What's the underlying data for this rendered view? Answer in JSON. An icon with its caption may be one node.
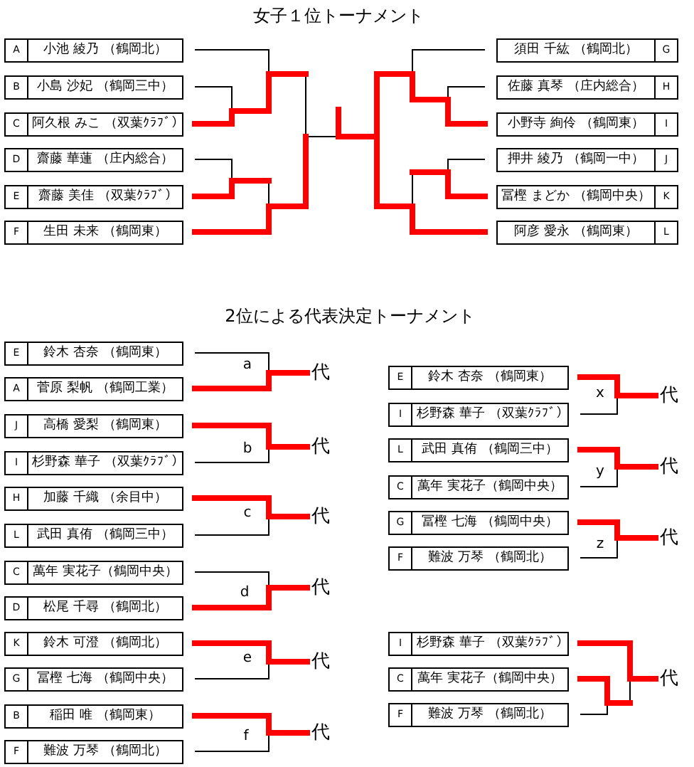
{
  "diagram": {
    "title": "女子１位トーナメント",
    "nodes": [
      {
        "text": [
          "A",
          "小池 綾乃 （鶴岡北）"
        ]
      },
      {
        "text": [
          "B",
          "小島 沙妃 （鶴岡三中）"
        ]
      },
      {
        "text": [
          "C",
          "阿久根 みこ （双葉ｸﾗﾌﾞ）"
        ]
      },
      {
        "text": [
          "D",
          "齋藤 華蓮 （庄内総合）"
        ]
      },
      {
        "text": [
          "E",
          "齋藤 美佳 （双葉ｸﾗﾌﾞ）"
        ]
      },
      {
        "text": [
          "F",
          "生田 未来 （鶴岡東）"
        ]
      },
      {
        "text": [
          "須田 千紘 （鶴岡北）",
          "G"
        ]
      },
      {
        "text": [
          "佐藤 真琴 （庄内総合）",
          "H"
        ]
      },
      {
        "text": [
          "小野寺 絢伶 （鶴岡東）",
          "I"
        ]
      },
      {
        "text": [
          "押井 綾乃 （鶴岡一中）",
          "J"
        ]
      },
      {
        "text": [
          "冨樫 まどか （鶴岡中央）",
          "K"
        ]
      },
      {
        "text": [
          "阿彦 愛永 （鶴岡東）",
          "L"
        ]
      },
      {
        "text": [
          "E",
          "鈴木 杏奈 （鶴岡東）"
        ]
      },
      {
        "text": [
          "A",
          "菅原 梨帆 （鶴岡工業）"
        ]
      },
      {
        "text": [
          "代"
        ]
      },
      {
        "text": [
          "J",
          "高橋 愛梨 （鶴岡東）"
        ]
      },
      {
        "text": [
          "I",
          "杉野森 華子 （双葉ｸﾗﾌﾞ）"
        ]
      },
      {
        "text": [
          "代"
        ]
      },
      {
        "text": [
          "H",
          "加藤 千織 （余目中）"
        ]
      },
      {
        "text": [
          "L",
          "武田 真侑 （鶴岡三中）"
        ]
      },
      {
        "text": [
          "代"
        ]
      },
      {
        "text": [
          "C",
          "萬年 実花子（鶴岡中央）"
        ]
      },
      {
        "text": [
          "D",
          "松尾 千尋 （鶴岡北）"
        ]
      },
      {
        "text": [
          "代"
        ]
      },
      {
        "text": [
          "K",
          "鈴木 可澄 （鶴岡北）"
        ]
      },
      {
        "text": [
          "G",
          "冨樫 七海 （鶴岡中央）"
        ]
      },
      {
        "text": [
          "代"
        ]
      },
      {
        "text": [
          "B",
          "稲田 唯 （鶴岡東）"
        ]
      },
      {
        "text": [
          "F",
          "難波 万琴 （鶴岡北）"
        ]
      },
      {
        "text": [
          "代"
        ]
      },
      {
        "text": [
          "E",
          "鈴木 杏奈 （鶴岡東）"
        ]
      },
      {
        "text": [
          "I",
          "杉野森 華子 （双葉ｸﾗﾌﾞ）"
        ]
      },
      {
        "text": [
          "代"
        ]
      },
      {
        "text": [
          "L",
          "武田 真侑 （鶴岡三中）"
        ]
      },
      {
        "text": [
          "C",
          "萬年 実花子（鶴岡中央）"
        ]
      },
      {
        "text": [
          "代"
        ]
      },
      {
        "text": [
          "G",
          "冨樫 七海 （鶴岡中央）"
        ]
      },
      {
        "text": [
          "F",
          "難波 万琴 （鶴岡北）"
        ]
      },
      {
        "text": [
          "代"
        ]
      },
      {
        "text": [
          "I",
          "杉野森 華子 （双葉ｸﾗﾌﾞ）"
        ]
      },
      {
        "text": [
          "C",
          "萬年 実花子（鶴岡中央）"
        ]
      },
      {
        "text": [
          "F",
          "難波 万琴 （鶴岡北）"
        ]
      },
      {
        "text": [
          "代"
        ]
      }
    ],
    "edges": [
      {
        "from": 0,
        "to": null,
        "arrow": "none",
        "color": "#000000"
      },
      {
        "from": 1,
        "to": null,
        "arrow": "none",
        "color": "#000000"
      },
      {
        "from": 2,
        "to": null,
        "arrow": "none"
      },
      {
        "from": 3,
        "to": null,
        "arrow": "none",
        "color": "#000000"
      },
      {
        "from": 4,
        "to": null,
        "arrow": "none"
      },
      {
        "from": 5,
        "to": null,
        "arrow": "none"
      },
      {
        "from": 6,
        "to": null,
        "arrow": "none",
        "color": "#000000"
      },
      {
        "from": 7,
        "to": null,
        "arrow": "none",
        "color": "#000000"
      },
      {
        "from": 8,
        "to": null,
        "arrow": "none"
      },
      {
        "from": 9,
        "to": null,
        "arrow": "none",
        "color": "#000000"
      },
      {
        "from": 10,
        "to": null,
        "arrow": "none"
      },
      {
        "from": 11,
        "to": null,
        "arrow": "none"
      },
      {
        "from": 12,
        "to": 14,
        "arrow": "none",
        "color": "#000000"
      },
      {
        "from": 13,
        "to": 14,
        "arrow": "none"
      },
      {
        "from": 15,
        "to": 17,
        "arrow": "none"
      },
      {
        "from": 16,
        "to": 17,
        "arrow": "none",
        "color": "#000000"
      },
      {
        "from": 18,
        "to": 20,
        "arrow": "none"
      },
      {
        "from": 19,
        "to": 20,
        "arrow": "none",
        "color": "#000000"
      },
      {
        "from": 21,
        "to": 23,
        "arrow": "none",
        "color": "#000000"
      },
      {
        "from": 22,
        "to": 23,
        "arrow": "none"
      },
      {
        "from": 24,
        "to": 26,
        "arrow": "none"
      },
      {
        "from": 25,
        "to": 26,
        "arrow": "none",
        "color": "#000000"
      },
      {
        "from": 27,
        "to": 29,
        "arrow": "none"
      },
      {
        "from": 28,
        "to": 29,
        "arrow": "none",
        "color": "#000000"
      },
      {
        "from": 30,
        "to": 32,
        "arrow": "none"
      },
      {
        "from": 31,
        "to": 32,
        "arrow": "none",
        "color": "#000000"
      },
      {
        "from": 33,
        "to": 35,
        "arrow": "none"
      },
      {
        "from": 34,
        "to": 35,
        "arrow": "none",
        "color": "#000000"
      },
      {
        "from": 36,
        "to": 38,
        "arrow": "none"
      },
      {
        "from": 37,
        "to": 38,
        "arrow": "none",
        "color": "#000000"
      },
      {
        "from": 39,
        "to": 42,
        "arrow": "none"
      },
      {
        "from": 40,
        "to": 42,
        "arrow": "none"
      },
      {
        "from": 41,
        "to": 42,
        "arrow": "none",
        "color": "#000000"
      }
    ],
    "labels": [
      "2位による代表決定トーナメント",
      "a",
      "b",
      "c",
      "d",
      "e",
      "f",
      "x",
      "y",
      "z"
    ]
  }
}
